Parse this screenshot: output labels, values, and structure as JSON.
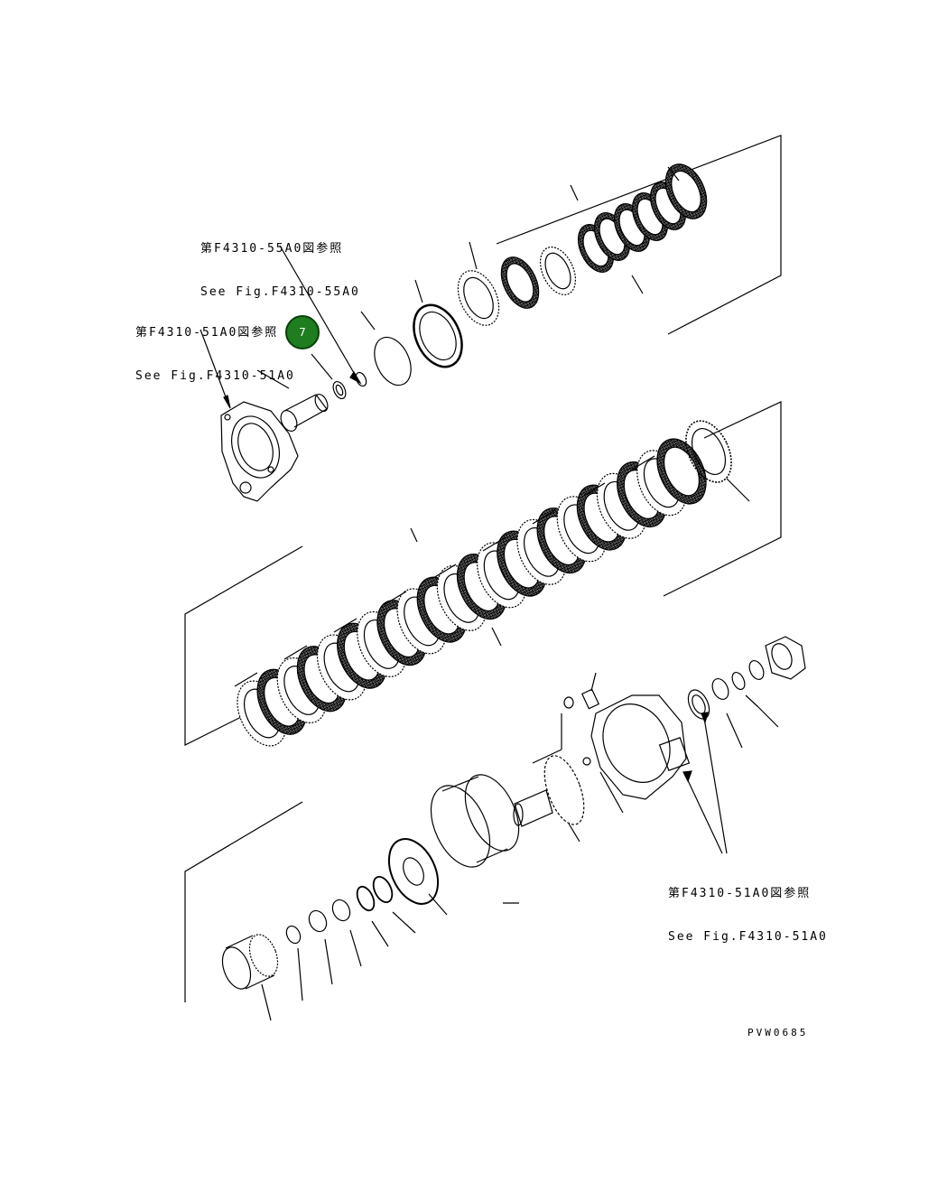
{
  "references": {
    "ref_55a0_jp": "第F4310-55A0図参照",
    "ref_55a0_en": "See Fig.F4310-55A0",
    "ref_51a0_left_jp": "第F4310-51A0図参照",
    "ref_51a0_left_en": "See Fig.F4310-51A0",
    "ref_51a0_right_jp": "第F4310-51A0図参照",
    "ref_51a0_right_en": "See Fig.F4310-51A0"
  },
  "callouts": [
    {
      "label": "7",
      "color": "#1e7d1e"
    }
  ],
  "drawing_code": "PVW0685",
  "colors": {
    "line": "#000000",
    "background": "#ffffff",
    "callout": "#1e7d1e"
  }
}
